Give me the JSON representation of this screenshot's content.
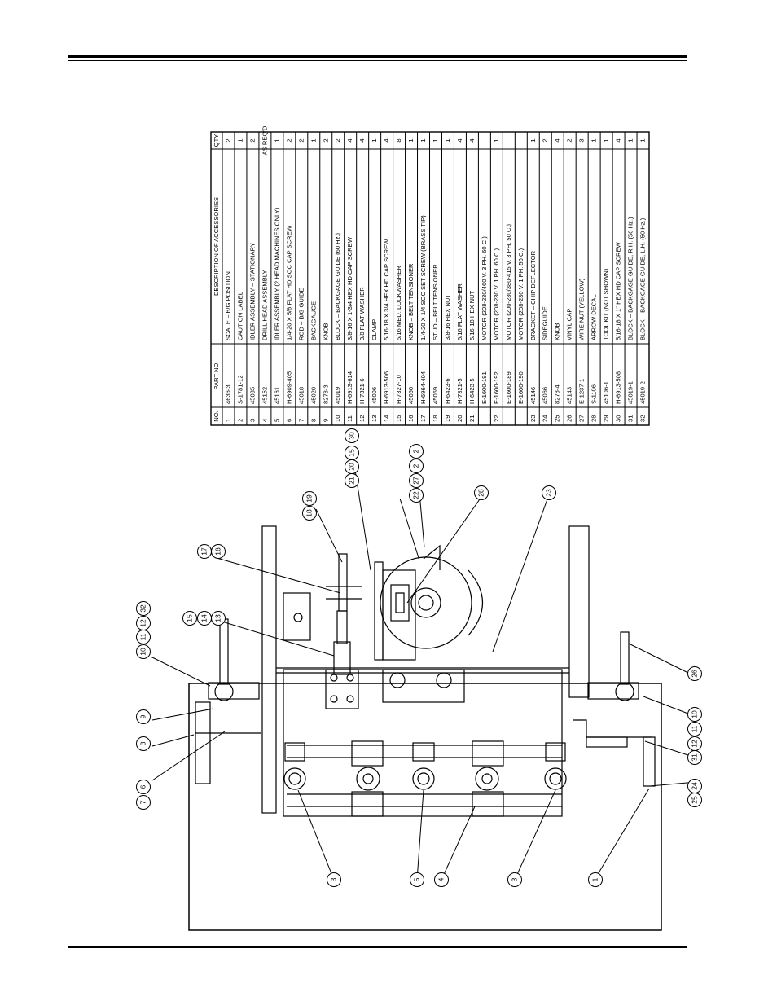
{
  "table": {
    "headers": {
      "no": "NO.",
      "part": "PART NO.",
      "desc": "DESCRIPTION OF ACCESSORIES",
      "qty": "QTY"
    },
    "rows": [
      {
        "no": "1",
        "part": "4636-3",
        "desc": "SCALE – B/G POSITION",
        "qty": "2"
      },
      {
        "no": "2",
        "part": "S-1781-12",
        "desc": "CAUTION LABEL",
        "qty": "1"
      },
      {
        "no": "3",
        "part": "45035",
        "desc": "IDLER ASSEMBLY – STATIONARY",
        "qty": "2"
      },
      {
        "no": "4",
        "part": "45152",
        "desc": "DRILL HEAD ASSEMBLY",
        "qty": "AS REQ'D"
      },
      {
        "no": "5",
        "part": "45161",
        "desc": "IDLER ASSEMBLY (2 HEAD MACHINES ONLY)",
        "qty": "1"
      },
      {
        "no": "6",
        "part": "H-6909-405",
        "desc": "1/4-20 X 5/8 FLAT HD SOC CAP SCREW",
        "qty": "2"
      },
      {
        "no": "7",
        "part": "45018",
        "desc": "ROD – B/G GUIDE",
        "qty": "2"
      },
      {
        "no": "8",
        "part": "45020",
        "desc": "BACKGAUGE",
        "qty": "1"
      },
      {
        "no": "9",
        "part": "8278-3",
        "desc": "KNOB",
        "qty": "2"
      },
      {
        "no": "10",
        "part": "45019",
        "desc": "BLOCK – BACKGAGE GUIDE (60 Hz.)",
        "qty": "2"
      },
      {
        "no": "11",
        "part": "H-6913-614",
        "desc": "3/8-16 X 1-3/4 HEX HD CAP SCREW",
        "qty": "4"
      },
      {
        "no": "12",
        "part": "H-7321-6",
        "desc": "3/8 FLAT WASHER",
        "qty": "4"
      },
      {
        "no": "13",
        "part": "45006",
        "desc": "CLAMP",
        "qty": "1"
      },
      {
        "no": "14",
        "part": "H-6913-506",
        "desc": "5/16-18 X 3/4 HEX HD CAP SCREW",
        "qty": "4"
      },
      {
        "no": "15",
        "part": "H-7327-10",
        "desc": "5/16 MED. LOCKWASHER",
        "qty": "8"
      },
      {
        "no": "16",
        "part": "45060",
        "desc": "KNOB – BELT TENSIONER",
        "qty": "1"
      },
      {
        "no": "17",
        "part": "H-6964-404",
        "desc": "1/4-20 X 1/4 SOC SET SCREW (BRASS TIP)",
        "qty": "1"
      },
      {
        "no": "18",
        "part": "45059",
        "desc": "STUD – BELT TENSIONER",
        "qty": "1"
      },
      {
        "no": "19",
        "part": "H-6423-6",
        "desc": "3/8-16 HEX NUT",
        "qty": "1"
      },
      {
        "no": "20",
        "part": "H-7321-5",
        "desc": "5/16 FLAT WASHER",
        "qty": "4"
      },
      {
        "no": "21",
        "part": "H-6423-5",
        "desc": "5/16-18 HEX NUT",
        "qty": "4"
      },
      {
        "no": "",
        "part": "E-1600-191",
        "desc": "MOTOR (208-230/460 V. 3 PH. 60 C.)",
        "qty": ""
      },
      {
        "no": "22",
        "part": "E-1600-192",
        "desc": "MOTOR (208-230 V. 1 PH. 60 C.)",
        "qty": "1"
      },
      {
        "no": "",
        "part": "E-1600-189",
        "desc": "MOTOR (200-230/380-415 V. 3 PH. 50 C.)",
        "qty": ""
      },
      {
        "no": "",
        "part": "E-1600-190",
        "desc": "MOTOR (208-230 V. 1 PH. 50 C.)",
        "qty": ""
      },
      {
        "no": "23",
        "part": "45146",
        "desc": "BRACKET – CHIP DEFLECTOR",
        "qty": "1"
      },
      {
        "no": "24",
        "part": "45066",
        "desc": "SIDEGUIDE",
        "qty": "2"
      },
      {
        "no": "25",
        "part": "8278-4",
        "desc": "KNOB",
        "qty": "4"
      },
      {
        "no": "26",
        "part": "45143",
        "desc": "VINYL CAP",
        "qty": "2"
      },
      {
        "no": "27",
        "part": "E-1237-1",
        "desc": "WIRE NUT (YELLOW)",
        "qty": "3"
      },
      {
        "no": "28",
        "part": "S-1106",
        "desc": "ARROW DECAL",
        "qty": "1"
      },
      {
        "no": "29",
        "part": "45106-1",
        "desc": "TOOL KIT (NOT SHOWN)",
        "qty": "1"
      },
      {
        "no": "30",
        "part": "H-6913-508",
        "desc": "5/16-18 X 1\" HEX HD CAP SCREW",
        "qty": "4"
      },
      {
        "no": "31",
        "part": "45019-1",
        "desc": "BLOCK – BACKGAGE GUIDE, R.H. (50 Hz.)",
        "qty": "1"
      },
      {
        "no": "32",
        "part": "45019-2",
        "desc": "BLOCK – BACKGAGE GUIDE, L.H. (50 Hz.)",
        "qty": "1"
      }
    ]
  },
  "callouts": [
    "7",
    "6",
    "8",
    "9",
    "10",
    "11",
    "12",
    "32",
    "15",
    "14",
    "13",
    "17",
    "16",
    "18",
    "19",
    "15",
    "20",
    "21",
    "30",
    "2",
    "22",
    "27",
    "2",
    "28",
    "23",
    "26",
    "10",
    "11",
    "12",
    "31",
    "24",
    "25",
    "1",
    "3",
    "5",
    "4",
    "3"
  ]
}
